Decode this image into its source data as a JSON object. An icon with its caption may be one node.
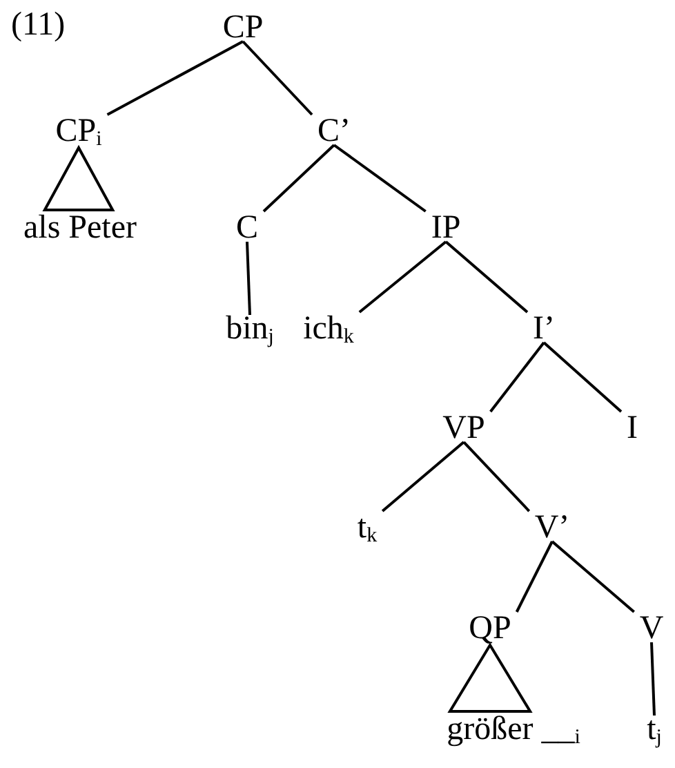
{
  "diagram": {
    "nodes": [
      {
        "text": [
          "CP"
        ]
      },
      {
        "text": [
          "CP$_{i}$"
        ]
      },
      {
        "text": [
          "als Peter"
        ]
      },
      {
        "text": [
          "C’"
        ]
      },
      {
        "text": [
          "C"
        ]
      },
      {
        "text": [
          "IP"
        ]
      },
      {
        "text": [
          "bin$_{j}$"
        ]
      },
      {
        "text": [
          "ich$_{k}$"
        ]
      },
      {
        "text": [
          "I’"
        ]
      },
      {
        "text": [
          "VP"
        ]
      },
      {
        "text": [
          "I"
        ]
      },
      {
        "text": [
          "t$_{k}$"
        ]
      },
      {
        "text": [
          "V’"
        ]
      },
      {
        "text": [
          "QP"
        ]
      },
      {
        "text": [
          "V"
        ]
      },
      {
        "text": [
          "größer __$_{i}$"
        ]
      },
      {
        "text": [
          "t$_{j}$"
        ]
      }
    ],
    "edges": [
      {
        "from": 0,
        "to": 1,
        "arrow": "none"
      },
      {
        "from": 0,
        "to": 3,
        "arrow": "none"
      },
      {
        "from": 1,
        "to": 2,
        "arrow": "none"
      },
      {
        "from": 3,
        "to": 4,
        "arrow": "none"
      },
      {
        "from": 3,
        "to": 5,
        "arrow": "none"
      },
      {
        "from": 4,
        "to": 6,
        "arrow": "none"
      },
      {
        "from": 5,
        "to": 7,
        "arrow": "none"
      },
      {
        "from": 5,
        "to": 8,
        "arrow": "none"
      },
      {
        "from": 8,
        "to": 9,
        "arrow": "none"
      },
      {
        "from": 8,
        "to": 10,
        "arrow": "none"
      },
      {
        "from": 9,
        "to": 11,
        "arrow": "none"
      },
      {
        "from": 9,
        "to": 12,
        "arrow": "none"
      },
      {
        "from": 12,
        "to": 13,
        "arrow": "none"
      },
      {
        "from": 12,
        "to": 14,
        "arrow": "none"
      },
      {
        "from": 13,
        "to": 15,
        "arrow": "none"
      },
      {
        "from": 14,
        "to": 16,
        "arrow": "none"
      }
    ],
    "labels": [
      "(11)"
    ]
  }
}
